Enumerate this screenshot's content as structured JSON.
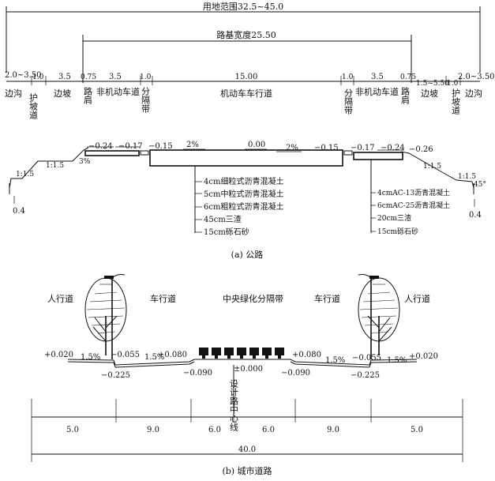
{
  "highway": {
    "land_use_range": "用地范围32.5~45.0",
    "subgrade_width": "路基宽度25.50",
    "width_labels": [
      "2.0~3.50",
      "1.0",
      "3.5",
      "0.75",
      "3.5",
      "1.0",
      "15.00",
      "1.0",
      "3.5",
      "0.75",
      "1.5~5.50",
      "1.0",
      "2.0~3.50"
    ],
    "part_labels": {
      "ditch_left": "边沟",
      "berm_left": "护坡道",
      "slope_left": "边坡",
      "shoulder_left": "路肩",
      "nonmotor_left": "非机动车道",
      "divider_left": "分隔带",
      "motor": "机动车车行道",
      "divider_right": "分隔带",
      "nonmotor_right": "非机动车道",
      "shoulder_right": "路肩",
      "slope_right": "边坡",
      "berm_right": "护坡道",
      "ditch_right": "边沟"
    },
    "elevations": [
      "−0.24",
      "−0.17",
      "−0.15",
      "0.00",
      "−0.15",
      "−0.17",
      "−0.24",
      "−0.26"
    ],
    "crossfall": [
      "2%",
      "2%",
      "3%"
    ],
    "slopes": [
      "1:1.5",
      "1:1.5",
      "1:1.5",
      "1:1.5"
    ],
    "ditch_depth": [
      "0.4",
      "0.4"
    ],
    "angle": "45°",
    "pavement_left": [
      "4cm细粒式沥青混凝土",
      "5cm中粒式沥青混凝土",
      "6cm粗粒式沥青混凝土",
      "45cm三渣",
      "15cm砾石砂"
    ],
    "pavement_right": [
      "4cmAC-13沥青混凝土",
      "6cmAC-25沥青混凝土",
      "20cm三渣",
      "15cm砾石砂"
    ],
    "caption": "(a) 公路"
  },
  "urban": {
    "zones": [
      "人行道",
      "车行道",
      "中央绿化分隔带",
      "车行道",
      "人行道"
    ],
    "elevations": [
      "+0.020",
      "−0.055",
      "+0.080",
      "−0.225",
      "−0.090",
      "±0.000",
      "+0.080",
      "−0.055",
      "+0.020",
      "−0.090",
      "−0.225"
    ],
    "crossfall": [
      "1.5%",
      "1.5%",
      "1.5%",
      "1.5%"
    ],
    "centerline": "设计路中心线",
    "widths": [
      "5.0",
      "9.0",
      "6.0",
      "6.0",
      "9.0",
      "5.0"
    ],
    "total": "40.0",
    "caption": "(b) 城市道路"
  }
}
